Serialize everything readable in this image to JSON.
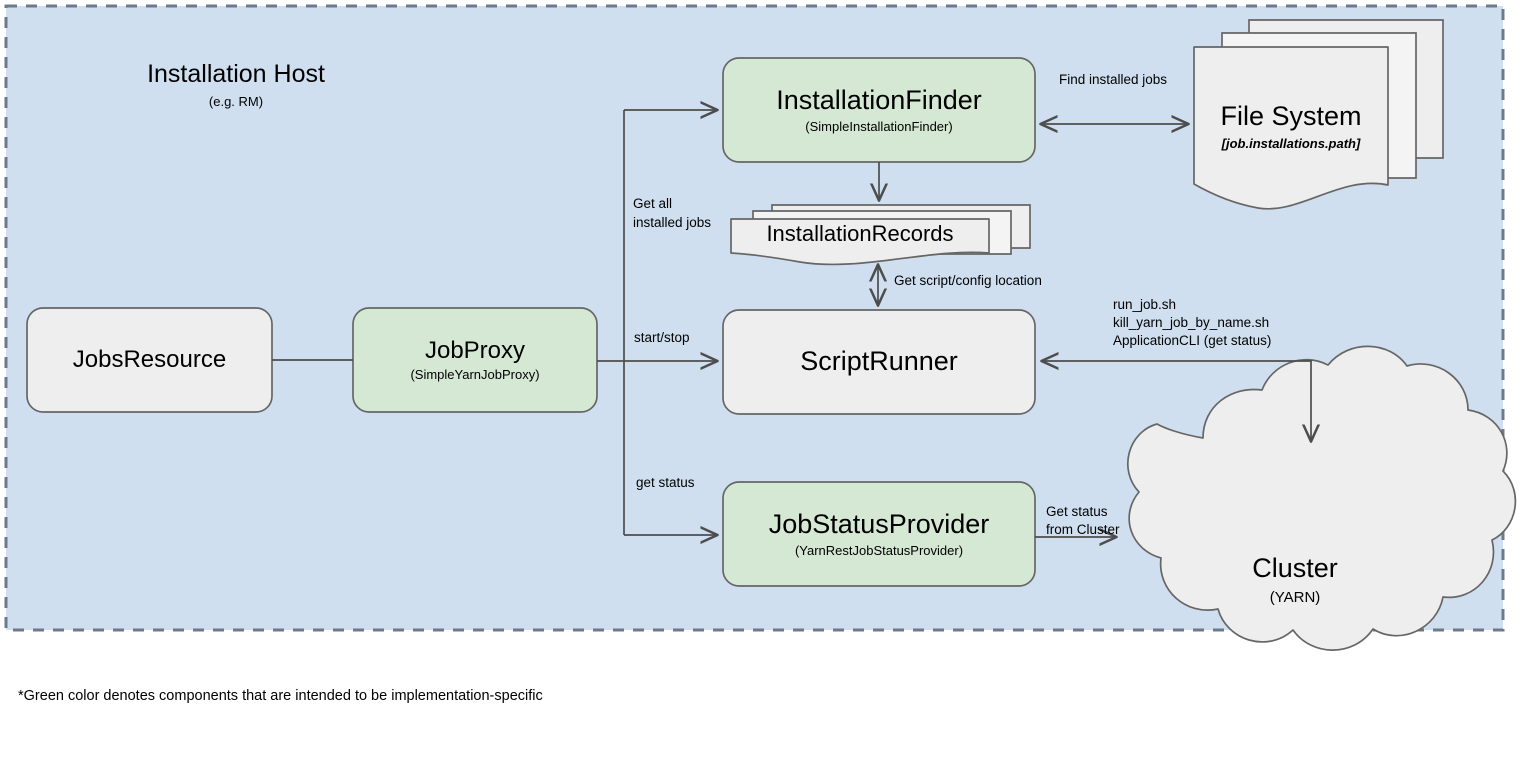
{
  "diagram": {
    "region": {
      "title": "Installation Host",
      "subtitle": "(e.g. RM)",
      "fill": "#cfdfef",
      "border": "#6c7b8b"
    },
    "footnote": "*Green color denotes components that are intended to be implementation-specific",
    "colors": {
      "green_fill": "#d5e8d4",
      "green_stroke": "#666666",
      "gray_fill": "#eeeeee",
      "gray_stroke": "#666666",
      "edge": "#4d4d4d",
      "text": "#000000"
    }
  },
  "nodes": {
    "jobs_resource": {
      "title": "JobsResource",
      "subtitle": "",
      "style": "gray"
    },
    "job_proxy": {
      "title": "JobProxy",
      "subtitle": "(SimpleYarnJobProxy)",
      "style": "green"
    },
    "installation_finder": {
      "title": "InstallationFinder",
      "subtitle": "(SimpleInstallationFinder)",
      "style": "green"
    },
    "installation_records": {
      "title": "InstallationRecords",
      "subtitle": "",
      "style": "document-stack"
    },
    "file_system": {
      "title": "File System",
      "subtitle": "[job.installations.path]",
      "style": "document-stack"
    },
    "script_runner": {
      "title": "ScriptRunner",
      "subtitle": "",
      "style": "gray"
    },
    "job_status_provider": {
      "title": "JobStatusProvider",
      "subtitle": "(YarnRestJobStatusProvider)",
      "style": "green"
    },
    "cluster": {
      "title": "Cluster",
      "subtitle": "(YARN)",
      "style": "cloud"
    }
  },
  "edges": {
    "find_installed_jobs": "Find installed jobs",
    "get_all_installed_jobs_l1": "Get all",
    "get_all_installed_jobs_l2": "installed jobs",
    "get_script_config_location": "Get script/config location",
    "start_stop": "start/stop",
    "get_status": "get status",
    "get_status_from_cluster_l1": "Get status",
    "get_status_from_cluster_l2": "from Cluster",
    "cluster_cmds_l1": "run_job.sh",
    "cluster_cmds_l2": "kill_yarn_job_by_name.sh",
    "cluster_cmds_l3": "ApplicationCLI (get status)"
  }
}
